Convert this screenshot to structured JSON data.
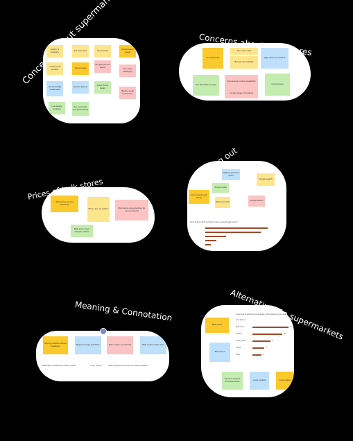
{
  "sections": {
    "supermarkets": {
      "title": "Concerns about supermarkets",
      "notes": [
        "Quality of products",
        "Far from work",
        "Not so fresh",
        "Mostly ready meals",
        "Limited local produce",
        "Too far away",
        "Not good for the planet",
        "Too many packaging",
        "Not financially sustainable",
        "Hard to park at",
        "Good for the locals",
        "Bad for small businesses",
        "Low quality products",
        "Too many ultra processed foods"
      ]
    },
    "bulk_concerns": {
      "title": "Concerns about bulk stores",
      "notes": [
        "Too expensive",
        "Too many rules",
        "Brands not available",
        "High prices not worth it",
        "Not affordable enough",
        "Inconsistent product availability",
        "Limited range of products",
        "Inconvenient"
      ]
    },
    "prices": {
      "title": "Prices of bulk stores",
      "notes": [
        "Bulk stores are too expensive",
        "Prices are not worth it",
        "Bulk stores are expensive for some products",
        "Bulk stores have cheaper options"
      ]
    },
    "finding": {
      "title": "Finding out",
      "notes": [
        "Walking down the street",
        "Social media",
        "Word of mouth",
        "Google search",
        "From friends and family"
      ],
      "question": "How did you find out about your nearest bulk store?"
    },
    "meaning": {
      "title": "Meaning & Connotation",
      "notes": [
        "Buying products without packaging",
        "Buying in large quantities",
        "Bulk means eco friendly",
        "Bulk means larger sizes"
      ],
      "question1": "What does a bulk store mean to you?",
      "question2": "How important is it to you to reduce waste?",
      "link": "Copy results"
    },
    "alternatives": {
      "title": "Alternatives to supermarkets",
      "notes": [
        "Bulk stores",
        "Bulk stores",
        "Local markets",
        "Farmers markets and local stores",
        "Local market"
      ],
      "question": "If you were to avoid big supermarkets, where would you go instead?",
      "subtitle": "Your answer",
      "bars": [
        {
          "label": "Bulk stores",
          "value": "12"
        },
        {
          "label": "Markets",
          "value": "10"
        },
        {
          "label": "Green grocer",
          "value": "6"
        },
        {
          "label": "Online",
          "value": "4"
        },
        {
          "label": "Other",
          "value": "3"
        }
      ]
    }
  }
}
